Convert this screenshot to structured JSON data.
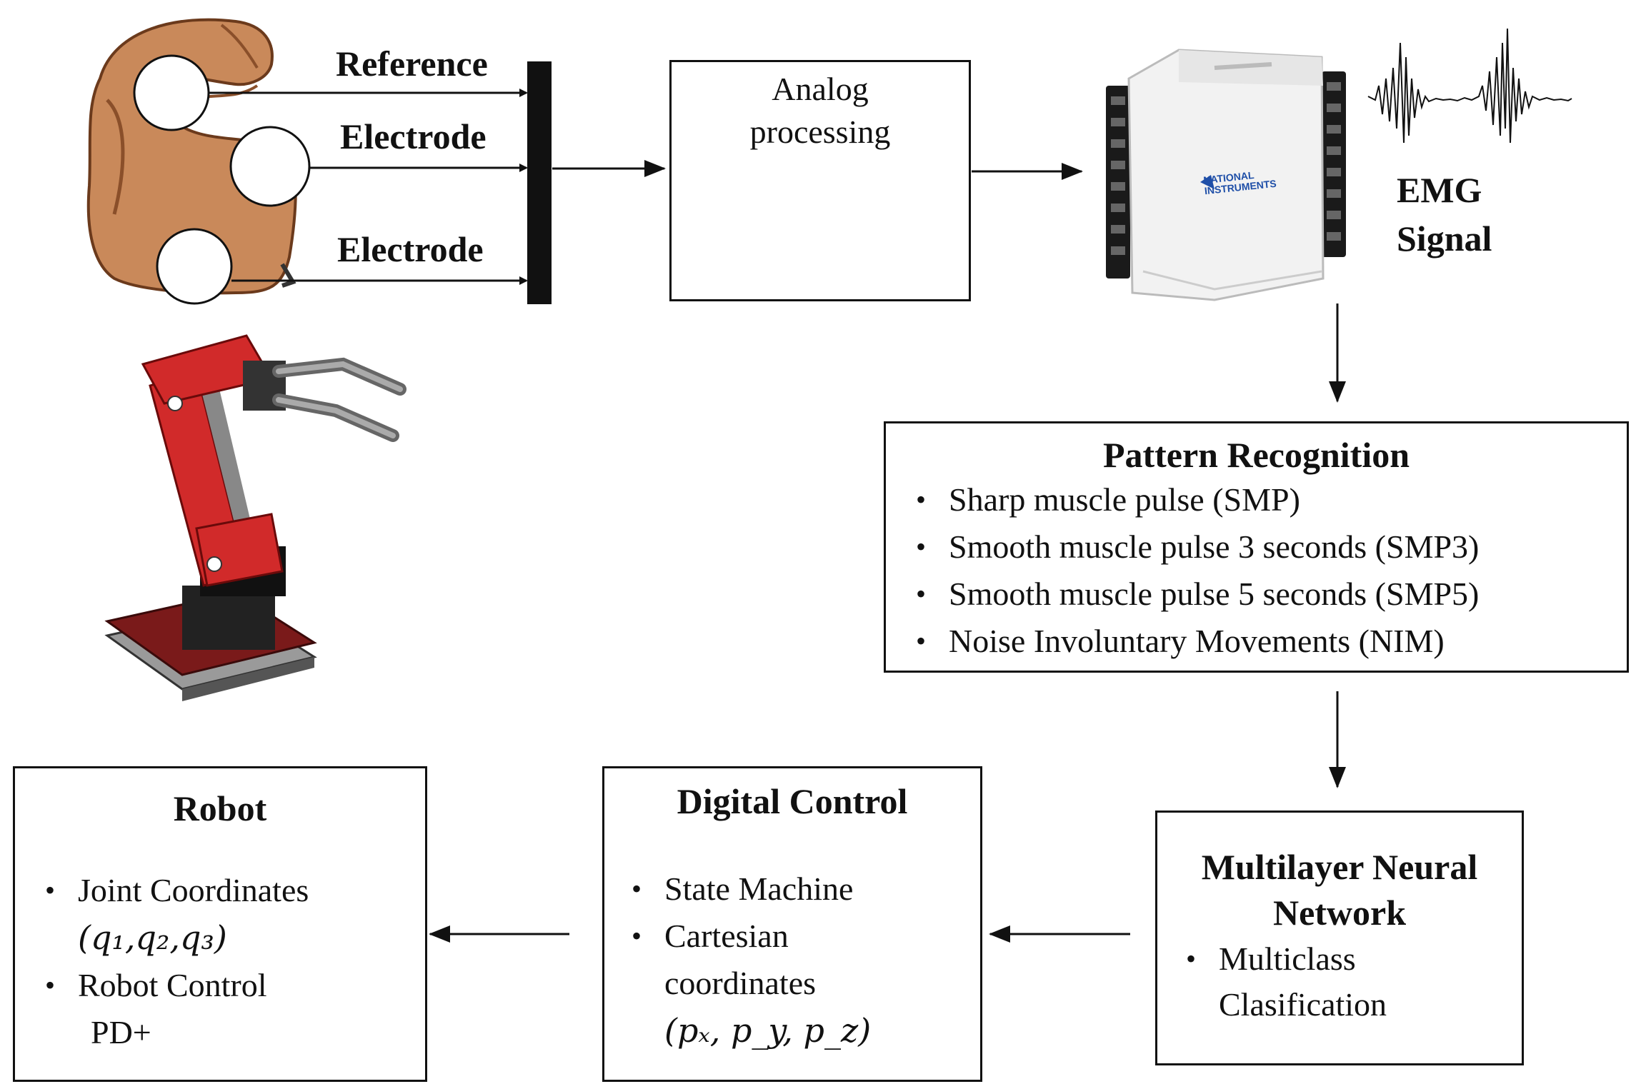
{
  "sensors": {
    "reference_label": "Reference",
    "electrode1_label": "Electrode",
    "electrode2_label": "Electrode"
  },
  "analog": {
    "title_line1": "Analog",
    "title_line2": "processing"
  },
  "daq": {
    "brand_line1": "NATIONAL",
    "brand_line2": "INSTRUMENTS"
  },
  "emg": {
    "line1": "EMG",
    "line2": "Signal"
  },
  "pattern": {
    "title": "Pattern Recognition",
    "items": [
      "Sharp muscle pulse (SMP)",
      "Smooth muscle pulse 3 seconds (SMP3)",
      "Smooth muscle pulse 5 seconds (SMP5)",
      "Noise Involuntary Movements (NIM)"
    ]
  },
  "mlnn": {
    "title_line1": "Multilayer Neural",
    "title_line2": "Network",
    "item_line1": "Multiclass",
    "item_line2": "Clasification"
  },
  "digital": {
    "title": "Digital Control",
    "item1": "State Machine",
    "item2_line1": "Cartesian",
    "item2_line2": "coordinates",
    "math": "(pₓ, p_y, p_z)"
  },
  "robot": {
    "title": "Robot",
    "item1": "Joint Coordinates",
    "item1_math": "(q₁,q₂,q₃)",
    "item2": "Robot Control",
    "item2_line2": "PD+"
  },
  "colors": {
    "line": "#111111",
    "skin": "#c9895a",
    "skin_dark": "#8a4f2a",
    "robot_red": "#d12a2a",
    "robot_dark": "#222222",
    "board_blue": "#1f4fa8",
    "daq_white": "#f2f2f2"
  }
}
